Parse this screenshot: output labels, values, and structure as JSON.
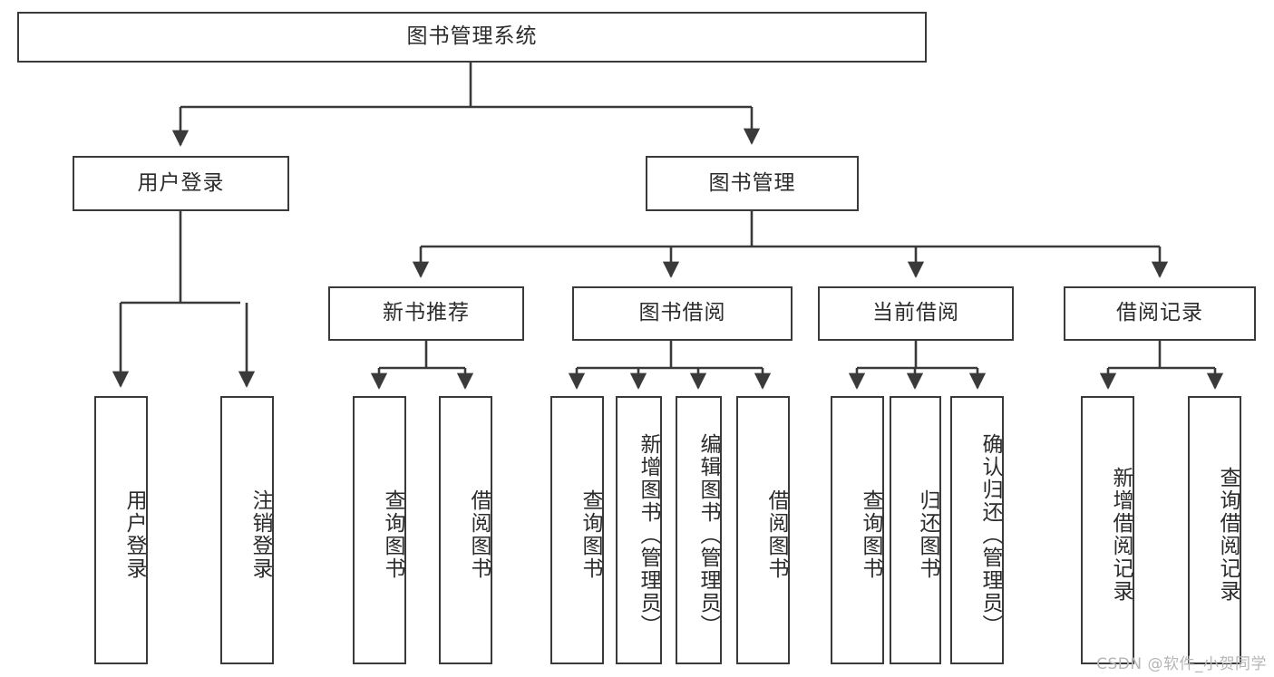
{
  "diagram": {
    "title": "图书管理系统",
    "type": "tree-hierarchy-diagram",
    "colors": {
      "stroke": "#3a3a3a",
      "text": "#2b2b2b",
      "background": "#ffffff",
      "watermark": "#b6b6b6"
    },
    "watermark": "CSDN @软件_小贺同学",
    "nodes": {
      "root": {
        "label": "图书管理系统"
      },
      "level1": [
        {
          "label": "用户登录"
        },
        {
          "label": "图书管理"
        }
      ],
      "level2": [
        {
          "label": "新书推荐"
        },
        {
          "label": "图书借阅"
        },
        {
          "label": "当前借阅"
        },
        {
          "label": "借阅记录"
        }
      ],
      "leaves": {
        "user_login": [
          {
            "label": "用户登录"
          },
          {
            "label": "注销登录"
          }
        ],
        "new_book_recommend": [
          {
            "label": "查询图书"
          },
          {
            "label": "借阅图书"
          }
        ],
        "book_borrow": [
          {
            "label": "查询图书"
          },
          {
            "label": "新增图书（管理员）"
          },
          {
            "label": "编辑图书（管理员）"
          },
          {
            "label": "借阅图书"
          }
        ],
        "current_borrow": [
          {
            "label": "查询图书"
          },
          {
            "label": "归还图书"
          },
          {
            "label": "确认归还（管理员）"
          }
        ],
        "borrow_record": [
          {
            "label": "新增借阅记录"
          },
          {
            "label": "查询借阅记录"
          }
        ]
      }
    }
  }
}
